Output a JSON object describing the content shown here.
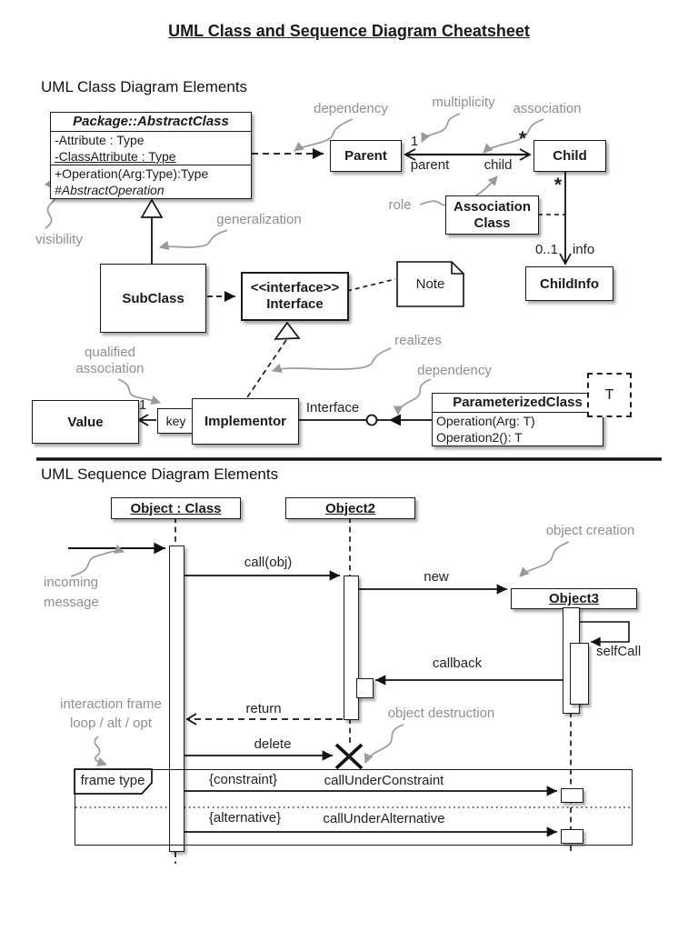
{
  "colors": {
    "annotation_grey": "#8f8f8f",
    "ink": "#1a1a1a"
  },
  "title": "UML Class and Sequence Diagram Cheatsheet",
  "class_diagram": {
    "heading": "UML Class Diagram Elements",
    "abstract_class": {
      "name": "Package::AbstractClass",
      "attribute1": "-Attribute : Type",
      "attribute2": "-ClassAttribute : Type",
      "operation1": "+Operation(Arg:Type):Type",
      "operation2": "#AbstractOperation"
    },
    "parent_class": "Parent",
    "child_class": "Child",
    "subclass": "SubClass",
    "interface": {
      "stereotype": "<<interface>>",
      "name": "Interface"
    },
    "note": "Note",
    "association_class": {
      "line1": "Association",
      "line2": "Class"
    },
    "child_info_class": "ChildInfo",
    "value_class": "Value",
    "qualifier": "key",
    "implementor_class": "Implementor",
    "interface_lollipop_label": "Interface",
    "parameterized_class": {
      "name": "ParameterizedClass",
      "operation1": "Operation(Arg: T)",
      "operation2": "Operation2(): T",
      "type_param": "T"
    },
    "multiplicities": {
      "parent_one": "1",
      "child_many": "*",
      "child_link_many": "*",
      "info_mult": "0..1",
      "value_one": "1"
    },
    "roles": {
      "parent": "parent",
      "child": "child",
      "info": "info"
    },
    "annotations": {
      "dependency": "dependency",
      "multiplicity": "multiplicity",
      "association": "association",
      "role": "role",
      "generalization": "generalization",
      "visibility": "visibility",
      "realizes": "realizes",
      "qualified_line1": "qualified",
      "qualified_line2": "association",
      "dependency2": "dependency"
    }
  },
  "sequence_diagram": {
    "heading": "UML Sequence Diagram Elements",
    "lifelines": {
      "object1": "Object : Class",
      "object2": "Object2",
      "object3": "Object3"
    },
    "messages": {
      "call": "call(obj)",
      "create": "new",
      "self_call": "selfCall",
      "callback": "callback",
      "return": "return",
      "delete": "delete",
      "constraint": "{constraint}",
      "call_under_constraint": "callUnderConstraint",
      "alternative": "{alternative}",
      "call_under_alternative": "callUnderAlternative"
    },
    "frame_label": "frame type",
    "annotations": {
      "object_creation": "object creation",
      "incoming_line1": "incoming",
      "incoming_line2": "message",
      "object_destruction": "object destruction",
      "frame_line1": "interaction frame",
      "frame_line2": "loop / alt / opt"
    }
  }
}
